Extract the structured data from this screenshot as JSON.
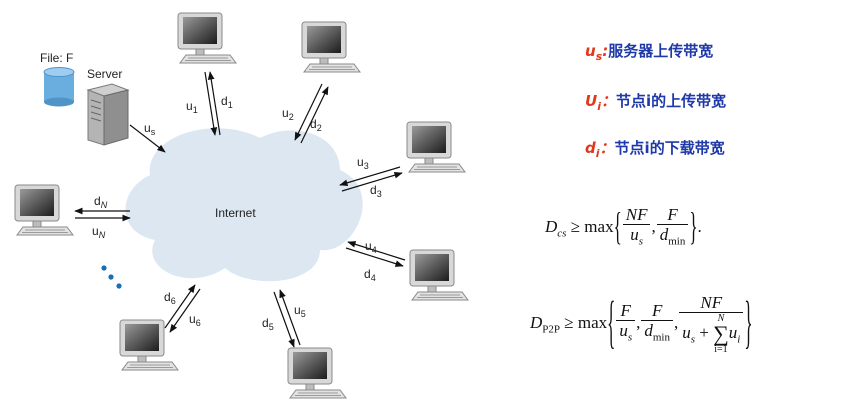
{
  "file_label": "File: F",
  "server_label": "Server",
  "internet_label": "Internet",
  "links": {
    "us": {
      "base": "u",
      "sub": "s"
    },
    "u1": {
      "base": "u",
      "sub": "1"
    },
    "d1": {
      "base": "d",
      "sub": "1"
    },
    "u2": {
      "base": "u",
      "sub": "2"
    },
    "d2": {
      "base": "d",
      "sub": "2"
    },
    "u3": {
      "base": "u",
      "sub": "3"
    },
    "d3": {
      "base": "d",
      "sub": "3"
    },
    "u4": {
      "base": "u",
      "sub": "4"
    },
    "d4": {
      "base": "d",
      "sub": "4"
    },
    "u5": {
      "base": "u",
      "sub": "5"
    },
    "d5": {
      "base": "d",
      "sub": "5"
    },
    "u6": {
      "base": "u",
      "sub": "6"
    },
    "d6": {
      "base": "d",
      "sub": "6"
    },
    "uN": {
      "base": "u",
      "sub": "N"
    },
    "dN": {
      "base": "d",
      "sub": "N"
    }
  },
  "legend": [
    {
      "symbol": "u",
      "sub": "s",
      "colon": ":",
      "text": "服务器上传带宽"
    },
    {
      "symbol": "U",
      "sub": "i",
      "colon": "：",
      "text": "节点i的上传带宽"
    },
    {
      "symbol": "d",
      "sub": "i",
      "colon": "：",
      "text": "节点i的下载带宽"
    }
  ],
  "formula_cs": {
    "lhs": "D",
    "lhs_sub": "cs",
    "rel": "≥",
    "op": "max",
    "f1_num": "NF",
    "f1_den": "u",
    "f1_den_sub": "s",
    "f2_num": "F",
    "f2_den": "d",
    "f2_den_sub": "min",
    "end": "."
  },
  "formula_p2p": {
    "lhs": "D",
    "lhs_sub": "P2P",
    "rel": "≥",
    "op": "max",
    "f1_num": "F",
    "f1_den": "u",
    "f1_den_sub": "s",
    "f2_num": "F",
    "f2_den": "d",
    "f2_den_sub": "min",
    "f3_num": "NF",
    "f3_den_a": "u",
    "f3_den_a_sub": "s",
    "f3_plus": "+",
    "sum_top": "N",
    "sum_bottom": "i=1",
    "sum_term": "u",
    "sum_term_sub": "i"
  },
  "colors": {
    "cloud": "#dce7f1",
    "legend_symbol": "#e2371c",
    "legend_text": "#1f3aa8",
    "dots": "#1a6fb0",
    "file_cylinder": "#6aaee0"
  }
}
